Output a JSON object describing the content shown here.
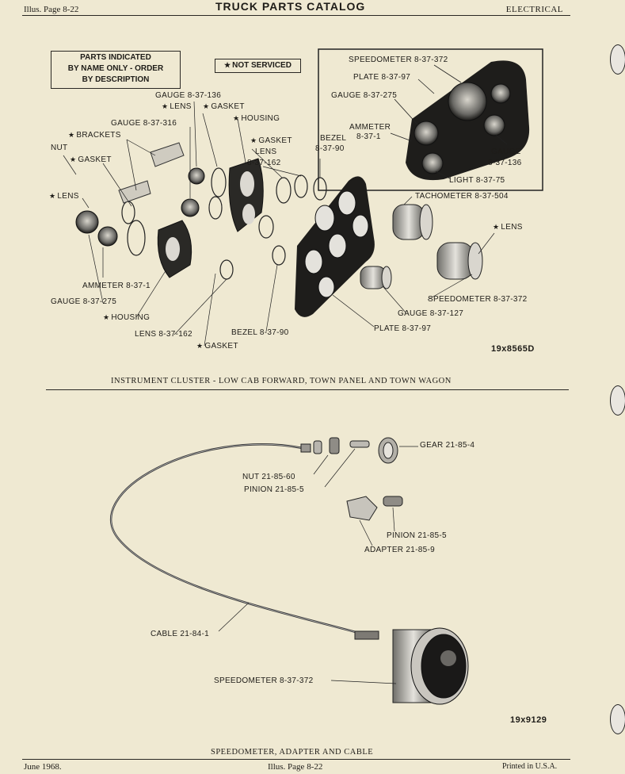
{
  "header": {
    "left": "Illus. Page 8-22",
    "center": "TRUCK PARTS CATALOG",
    "right": "ELECTRICAL"
  },
  "notes": {
    "parts_indicated_lines": [
      "PARTS INDICATED",
      "BY NAME ONLY - ORDER",
      "BY DESCRIPTION"
    ],
    "not_serviced": "NOT SERVICED"
  },
  "figure1": {
    "labels": {
      "speedometer_inset": "SPEEDOMETER 8-37-372",
      "plate_inset": "PLATE 8-37-97",
      "gauge_275_inset": "GAUGE 8-37-275",
      "ammeter_inset": "AMMETER",
      "ammeter_inset_num": "8-37-1",
      "gauge_inset": "GAUGE",
      "gauge_inset_num": "8-37-136",
      "light_inset": "LIGHT 8-37-75",
      "gauge_136": "GAUGE 8-37-136",
      "lens_top": "LENS",
      "gasket_top": "GASKET",
      "gauge_316": "GAUGE 8-37-316",
      "housing_top": "HOUSING",
      "brackets": "BRACKETS",
      "gasket_mid": "GASKET",
      "lens_mid_1": "LENS",
      "lens_mid_2": "8-37-162",
      "bezel_top_1": "BEZEL",
      "bezel_top_2": "8-37-90",
      "nut": "NUT",
      "gasket_left": "GASKET",
      "lens_left": "LENS",
      "tachometer": "TACHOMETER 8-37-504",
      "lens_right": "LENS",
      "ammeter": "AMMETER 8-37-1",
      "gauge_275": "GAUGE 8-37-275",
      "housing_bottom": "HOUSING",
      "lens_bottom": "LENS 8-37-162",
      "gasket_bottom": "GASKET",
      "bezel_bottom": "BEZEL 8-37-90",
      "speedometer_right": "SPEEDOMETER 8-37-372",
      "gauge_127": "GAUGE 8-37-127",
      "plate_bottom": "PLATE 8-37-97"
    },
    "code": "19x8565D",
    "caption": "INSTRUMENT CLUSTER - LOW CAB FORWARD, TOWN PANEL AND TOWN WAGON"
  },
  "figure2": {
    "labels": {
      "gear": "GEAR 21-85-4",
      "nut": "NUT 21-85-60",
      "pinion_1": "PINION 21-85-5",
      "pinion_2": "PINION 21-85-5",
      "adapter": "ADAPTER 21-85-9",
      "cable": "CABLE 21-84-1",
      "speedometer": "SPEEDOMETER 8-37-372"
    },
    "code": "19x9129",
    "caption": "SPEEDOMETER, ADAPTER AND CABLE"
  },
  "footer": {
    "left": "June 1968.",
    "center": "Illus. Page 8-22",
    "right": "Printed in U.S.A."
  }
}
